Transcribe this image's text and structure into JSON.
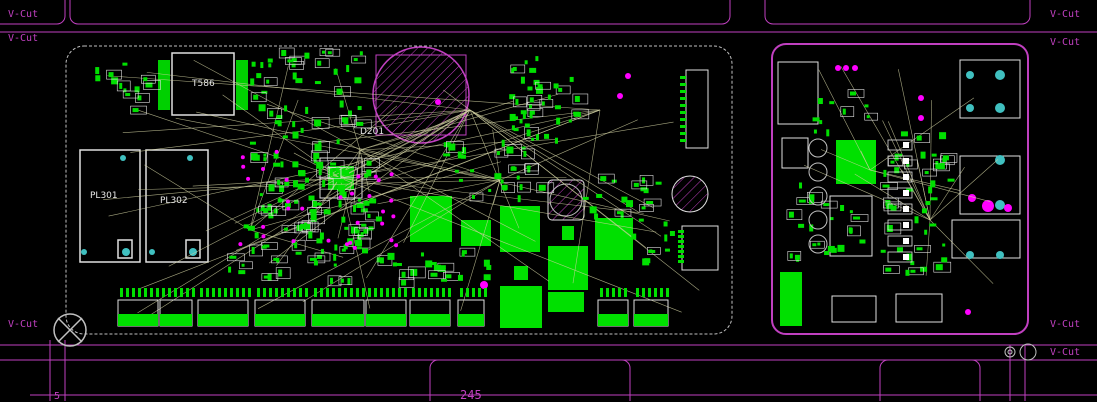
{
  "colors": {
    "background": "#000000",
    "outline": "#c040c0",
    "copper": "#00e000",
    "silkscreen": "#e0e0e0",
    "traces": "#d8d8a0",
    "magenta": "#ff00ff",
    "cyan": "#40c0c0"
  },
  "cut_label": "V-Cut",
  "dimension": "245",
  "dimension_left": "5",
  "components": {
    "transformer": "T586",
    "relay_left": "PL301",
    "relay_right": "PL302",
    "diode": "D201"
  }
}
